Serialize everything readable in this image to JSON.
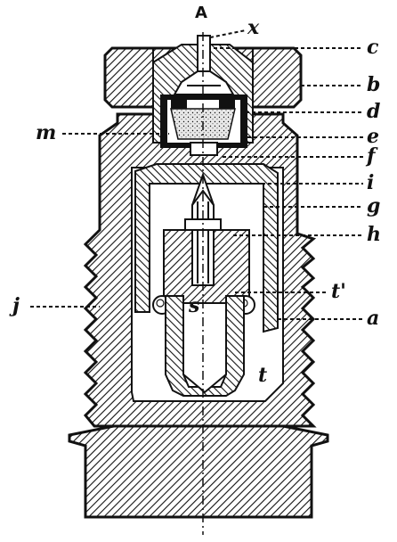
{
  "labels": {
    "top": "A",
    "x": "x",
    "c": "c",
    "b": "b",
    "d": "d",
    "m": "m",
    "e": "e",
    "f": "f",
    "i": "i",
    "g": "g",
    "h": "h",
    "t_prime": "t'",
    "j": "j",
    "s": "s",
    "a": "a",
    "t": "t"
  },
  "colors": {
    "ink": "#111111",
    "paper": "#ffffff",
    "stipple": "#e8e8e8"
  }
}
